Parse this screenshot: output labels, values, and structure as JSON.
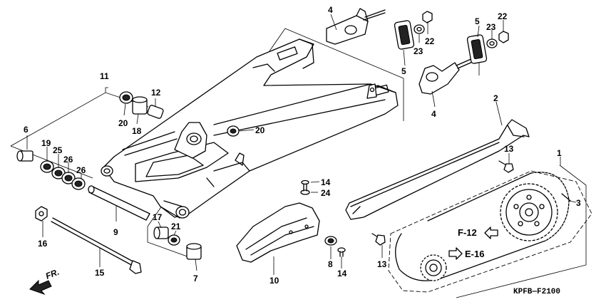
{
  "diagram_code": "KPFB—F2100",
  "direction_label": "FR.",
  "refs": {
    "f12": "F-12",
    "e16": "E-16"
  },
  "parts": {
    "p1": "1",
    "p2": "2",
    "p3": "3",
    "p4a": "4",
    "p4b": "4",
    "p5a": "5",
    "p5b": "5",
    "p6": "6",
    "p7": "7",
    "p8": "8",
    "p9": "9",
    "p10": "10",
    "p11": "11",
    "p12": "12",
    "p13a": "13",
    "p13b": "13",
    "p14a": "14",
    "p14b": "14",
    "p15": "15",
    "p16": "16",
    "p17": "17",
    "p18": "18",
    "p19": "19",
    "p20a": "20",
    "p20b": "20",
    "p21": "21",
    "p22a": "22",
    "p22b": "22",
    "p23a": "23",
    "p23b": "23",
    "p24": "24",
    "p25": "25",
    "p26a": "26",
    "p26b": "26"
  }
}
